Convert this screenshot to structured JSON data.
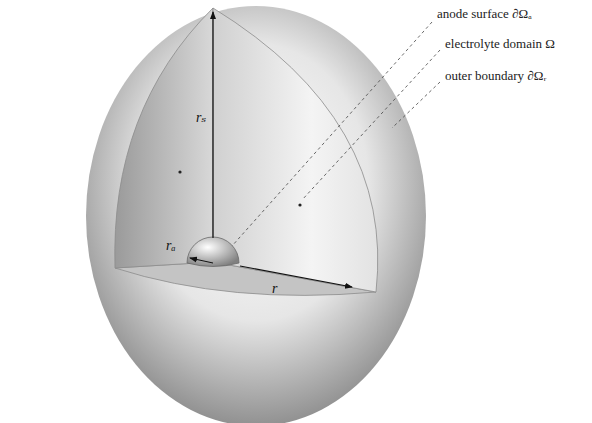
{
  "diagram": {
    "labels": [
      "anode surface ∂Ωₐ",
      "electrolyte domain Ω",
      "outer boundary ∂Ωᵣ",
      "rₛ",
      "rₐ",
      "r"
    ]
  }
}
